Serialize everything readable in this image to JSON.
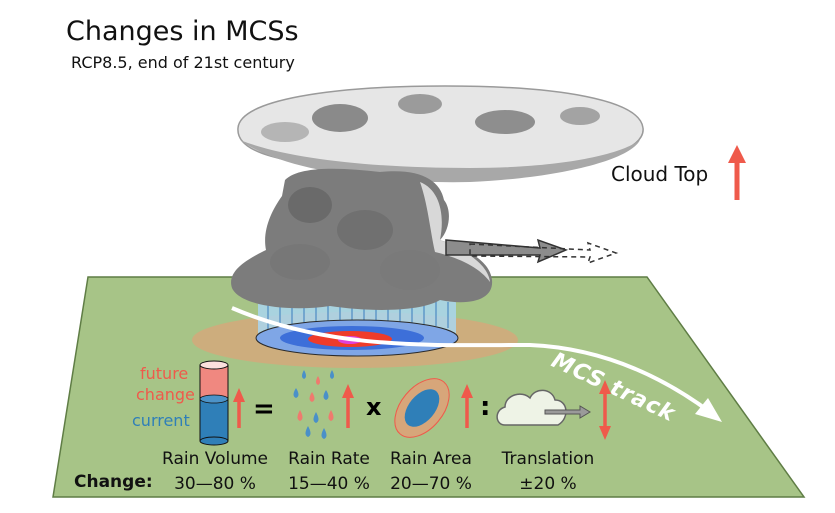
{
  "title": "Changes in MCSs",
  "subtitle": "RCP8.5, end of 21st century",
  "cloud_top_label": "Cloud Top",
  "track_label": "MCS track",
  "cylinder": {
    "future": "future",
    "change": "change",
    "current": "current"
  },
  "operators": {
    "equals": "=",
    "times": "x",
    "ratio": ":"
  },
  "change_label": "Change:",
  "columns": [
    {
      "name": "Rain Volume",
      "value": "30—80 %"
    },
    {
      "name": "Rain Rate",
      "value": "15—40 %"
    },
    {
      "name": "Rain Area",
      "value": "20—70 %"
    },
    {
      "name": "Translation",
      "value": "±20 %"
    }
  ],
  "colors": {
    "ground": "#a7c487",
    "ground_edge": "#6d8a52",
    "arrow_red": "#ef5a4b",
    "cloud": "#7f7f7f",
    "rain_blue": "#4a90c8",
    "future_pink": "#f08880",
    "current_blue": "#2f7fb8",
    "ellipse_tan": "#d7a67a"
  }
}
